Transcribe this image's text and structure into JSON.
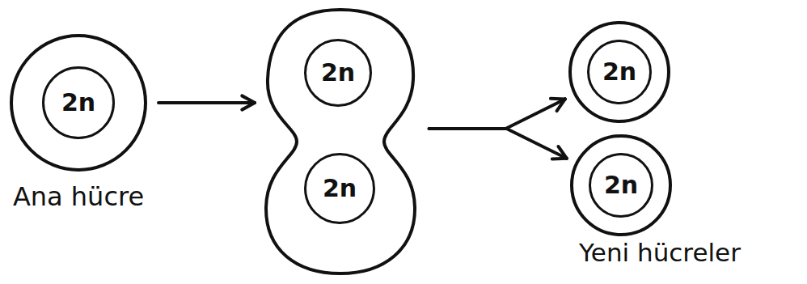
{
  "diagram": {
    "nodes": [
      {
        "text": [
          "Ana hücre"
        ]
      },
      {
        "text": [
          "2n"
        ],
        "in": 0
      },
      {
        "text": []
      },
      {
        "text": [
          "2n"
        ],
        "in": 2
      },
      {
        "text": [
          "2n"
        ],
        "in": 2
      },
      {
        "text": []
      },
      {
        "text": [
          "2n"
        ],
        "in": 5
      },
      {
        "text": []
      },
      {
        "text": [
          "2n"
        ],
        "in": 7
      }
    ],
    "edges": [
      {
        "from": 0,
        "to": 2,
        "arrow": "to"
      },
      {
        "from": 2,
        "to": 5,
        "arrow": "to"
      },
      {
        "from": 2,
        "to": 7,
        "arrow": "to"
      }
    ],
    "labels": [
      "Yeni hücreler"
    ]
  }
}
